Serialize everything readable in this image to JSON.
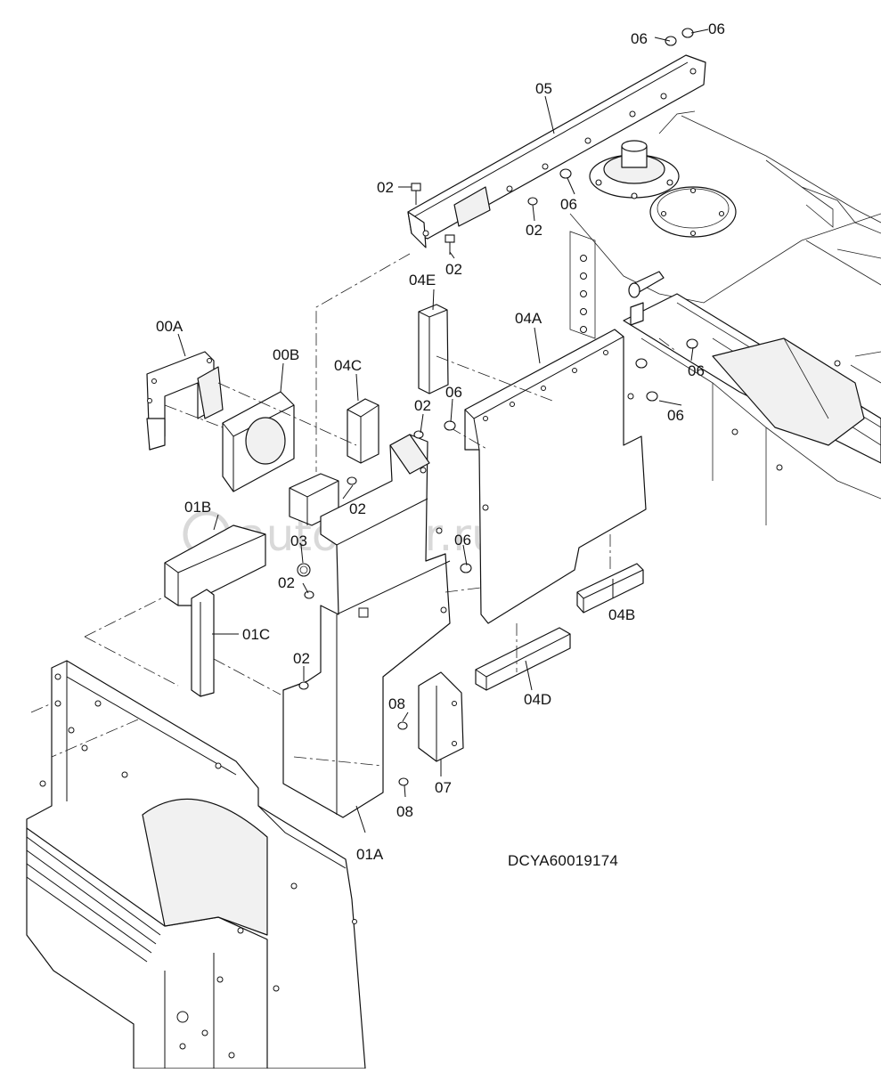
{
  "diagram": {
    "drawing_code": "DCYA60019174",
    "watermark": "autopiter.ru",
    "callouts": [
      {
        "id": "c-06-a",
        "label": "06"
      },
      {
        "id": "c-06-b",
        "label": "06"
      },
      {
        "id": "c-05",
        "label": "05"
      },
      {
        "id": "c-02-a",
        "label": "02"
      },
      {
        "id": "c-06-c",
        "label": "06"
      },
      {
        "id": "c-02-b",
        "label": "02"
      },
      {
        "id": "c-02-c",
        "label": "02"
      },
      {
        "id": "c-04e",
        "label": "04E"
      },
      {
        "id": "c-00a",
        "label": "00A"
      },
      {
        "id": "c-00b",
        "label": "00B"
      },
      {
        "id": "c-04c",
        "label": "04C"
      },
      {
        "id": "c-04a",
        "label": "04A"
      },
      {
        "id": "c-06-d",
        "label": "06"
      },
      {
        "id": "c-06-e",
        "label": "06"
      },
      {
        "id": "c-02-d",
        "label": "02"
      },
      {
        "id": "c-06-f",
        "label": "06"
      },
      {
        "id": "c-01b",
        "label": "01B"
      },
      {
        "id": "c-02-e",
        "label": "02"
      },
      {
        "id": "c-03",
        "label": "03"
      },
      {
        "id": "c-06-g",
        "label": "06"
      },
      {
        "id": "c-02-f",
        "label": "02"
      },
      {
        "id": "c-04b",
        "label": "04B"
      },
      {
        "id": "c-01c",
        "label": "01C"
      },
      {
        "id": "c-02-g",
        "label": "02"
      },
      {
        "id": "c-04d",
        "label": "04D"
      },
      {
        "id": "c-08-a",
        "label": "08"
      },
      {
        "id": "c-07",
        "label": "07"
      },
      {
        "id": "c-08-b",
        "label": "08"
      },
      {
        "id": "c-01a",
        "label": "01A"
      }
    ]
  }
}
